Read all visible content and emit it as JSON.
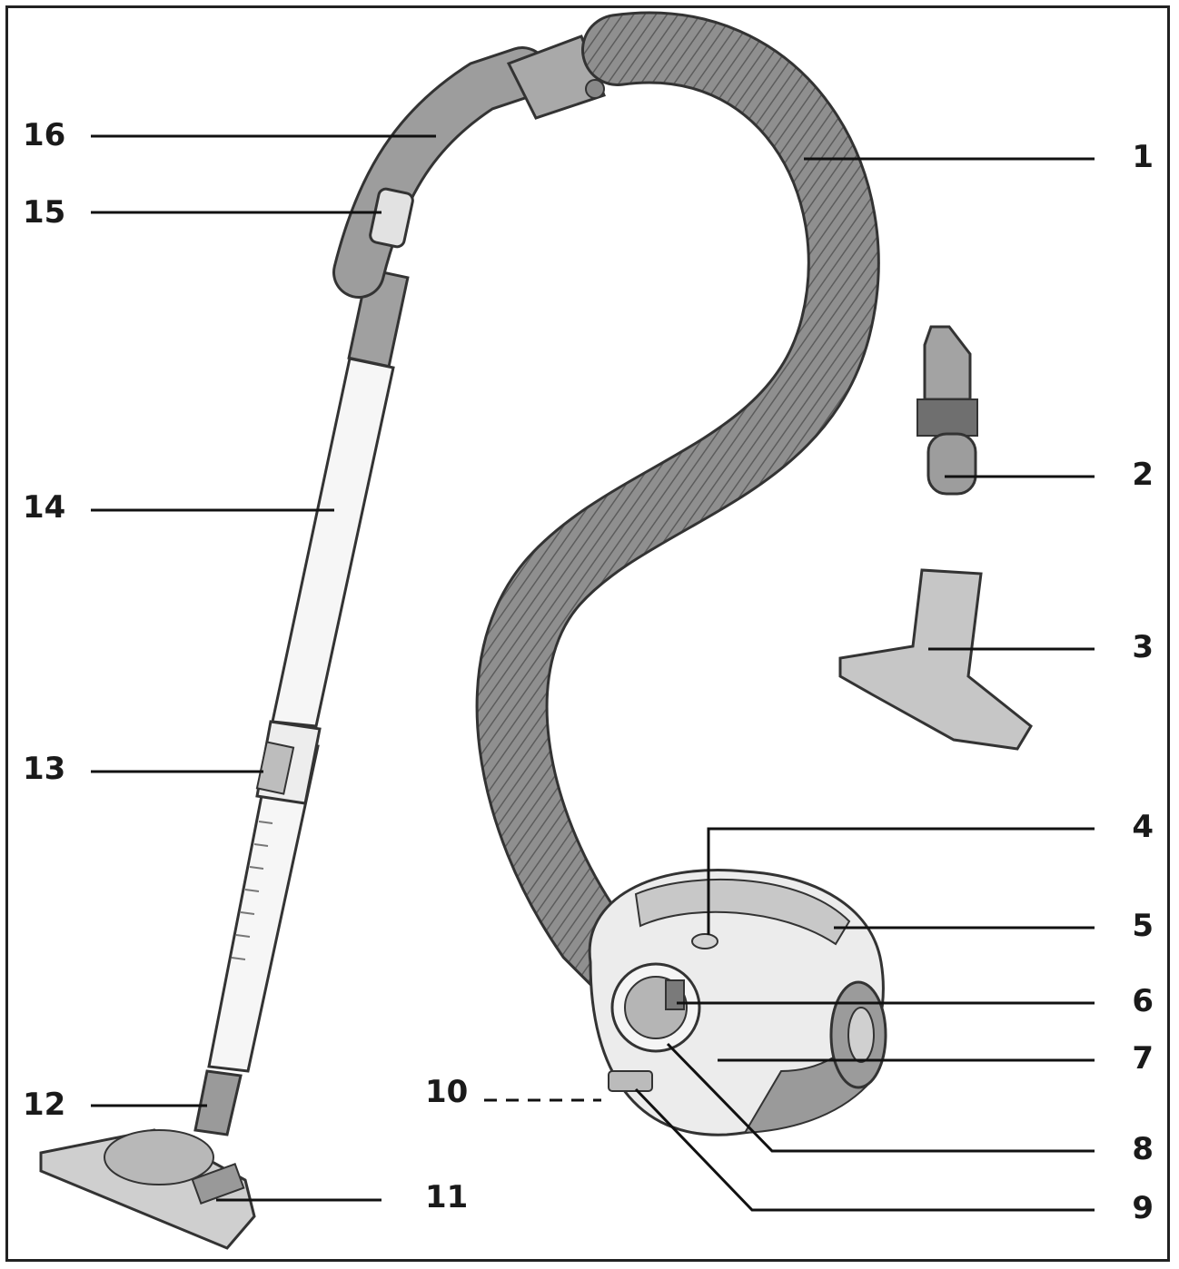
{
  "figure": {
    "kind": "labeled parts diagram",
    "labels": {
      "l1": "1",
      "l2": "2",
      "l3": "3",
      "l4": "4",
      "l5": "5",
      "l6": "6",
      "l7": "7",
      "l8": "8",
      "l9": "9",
      "l10": "10",
      "l11": "11",
      "l12": "12",
      "l13": "13",
      "l14": "14",
      "l15": "15",
      "l16": "16"
    }
  },
  "colors": {
    "hose": "#8f8f8f",
    "hose_dark": "#6f6f6f",
    "body": "#e6e6e6",
    "outline": "#333333"
  }
}
